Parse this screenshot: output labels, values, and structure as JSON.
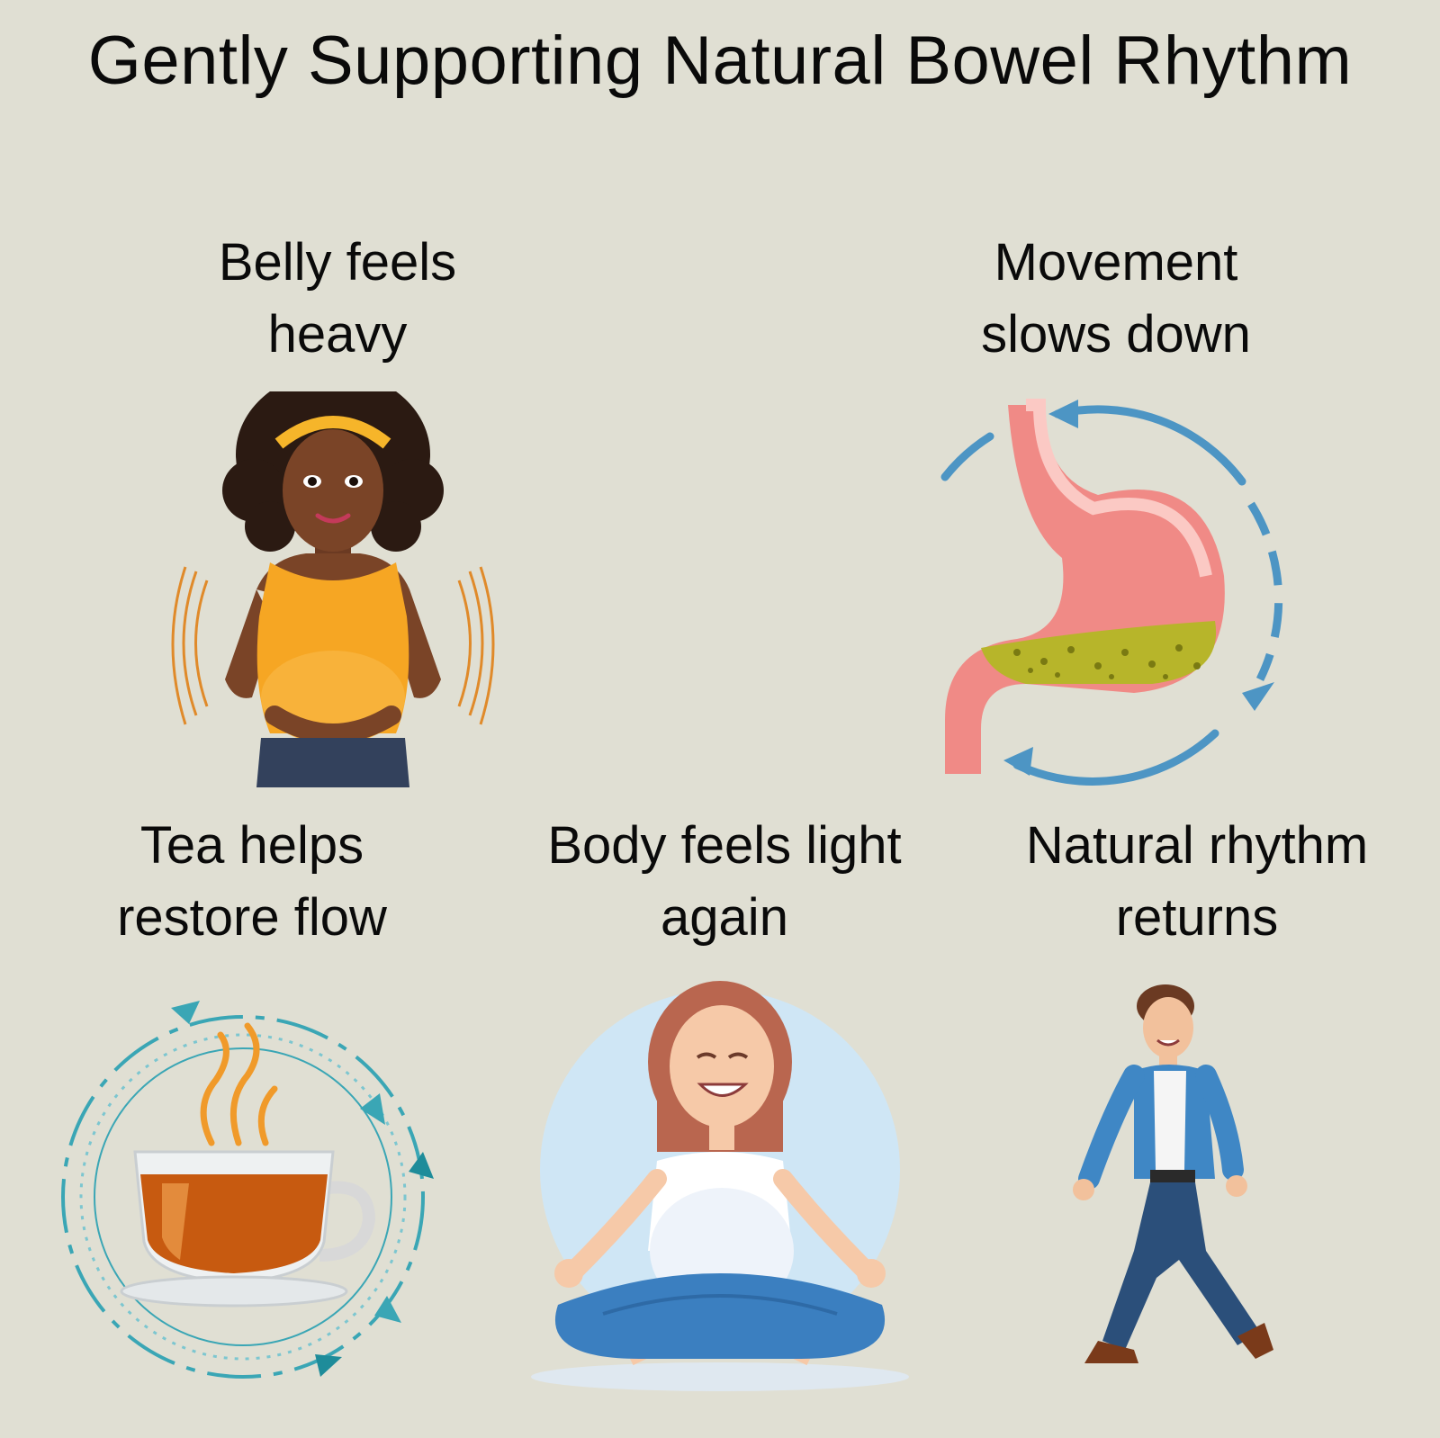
{
  "title": "Gently Supporting Natural Bowel Rhythm",
  "steps": [
    {
      "label": "Belly feels heavy",
      "icon": "woman-holding-belly-icon"
    },
    {
      "label": "Movement slows down",
      "icon": "stomach-slow-cycle-icon"
    },
    {
      "label": "Tea helps restore flow",
      "icon": "tea-cup-flow-icon"
    },
    {
      "label": "Body feels light again",
      "icon": "meditating-woman-icon"
    },
    {
      "label": "Natural rhythm returns",
      "icon": "walking-man-icon"
    }
  ],
  "colors": {
    "background": "#e0dfd3",
    "text": "#0a0a0a",
    "shirt_orange": "#f6a623",
    "stomach_pink": "#f08a86",
    "arrow_blue": "#4d95c4",
    "teal": "#3aa6b5",
    "tea_amber": "#c75a10",
    "jacket_blue": "#3f87c5",
    "jeans_navy": "#2b4f7a"
  }
}
